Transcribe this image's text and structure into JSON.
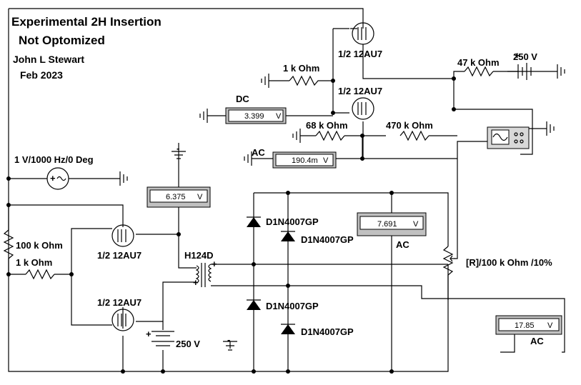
{
  "title": {
    "line1": "Experimental 2H Insertion",
    "line2": "Not Optomized",
    "author": "John L Stewart",
    "date": "Feb 2023"
  },
  "labels": {
    "tube_top": "1/2 12AU7",
    "tube_mid": "1/2 12AU7",
    "tube_left_upper": "1/2 12AU7",
    "tube_left_lower": "1/2 12AU7",
    "r_1k_top": "1 k Ohm",
    "r_47k": "47 k Ohm",
    "supply_top": "250 V",
    "r_68k": "68 k Ohm",
    "r_470k": "470 k Ohm",
    "dc_label": "DC",
    "ac_label_top": "AC",
    "source": "1 V/1000 Hz/0 Deg",
    "r_100k": "100 k Ohm",
    "r_1k_left": "1 k Ohm",
    "transformer": "H124D",
    "supply_bottom": "250 V",
    "diode1": "D1N4007GP",
    "diode2": "D1N4007GP",
    "diode3": "D1N4007GP",
    "diode4": "D1N4007GP",
    "ac_label_mid": "AC",
    "pot": "[R]/100 k Ohm /10%",
    "ac_label_bottom": "AC",
    "plus1": "+",
    "plus2": "+",
    "plus3": "+",
    "plus4": "+",
    "minus_top": "-",
    "minus_bottom": "-"
  },
  "meters": {
    "dc": {
      "value": "3.399",
      "unit": "V"
    },
    "ac_top": {
      "value": "190.4m",
      "unit": "V"
    },
    "dc_left": {
      "value": "6.375",
      "unit": "V"
    },
    "ac_mid": {
      "value": "7.691",
      "unit": "V"
    },
    "ac_bottom": {
      "value": "17.85",
      "unit": "V"
    }
  }
}
